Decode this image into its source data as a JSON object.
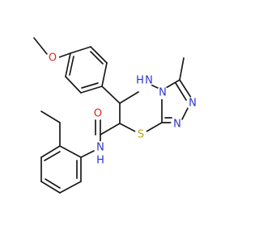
{
  "structure": {
    "atom_labels": {
      "O_methoxy": "O",
      "O_carbonyl": "O",
      "NH_ring": "N",
      "H_ring": "H",
      "N_bridge": "N",
      "N_triazole_a": "N",
      "N_triazole_b": "N",
      "S_ring": "S",
      "N_amide": "N",
      "H_amide": "H"
    },
    "colors": {
      "bond": "#1a1a1a",
      "oxygen": "#e0261b",
      "nitrogen": "#2a35c9",
      "sulfur": "#b9a51a"
    }
  }
}
